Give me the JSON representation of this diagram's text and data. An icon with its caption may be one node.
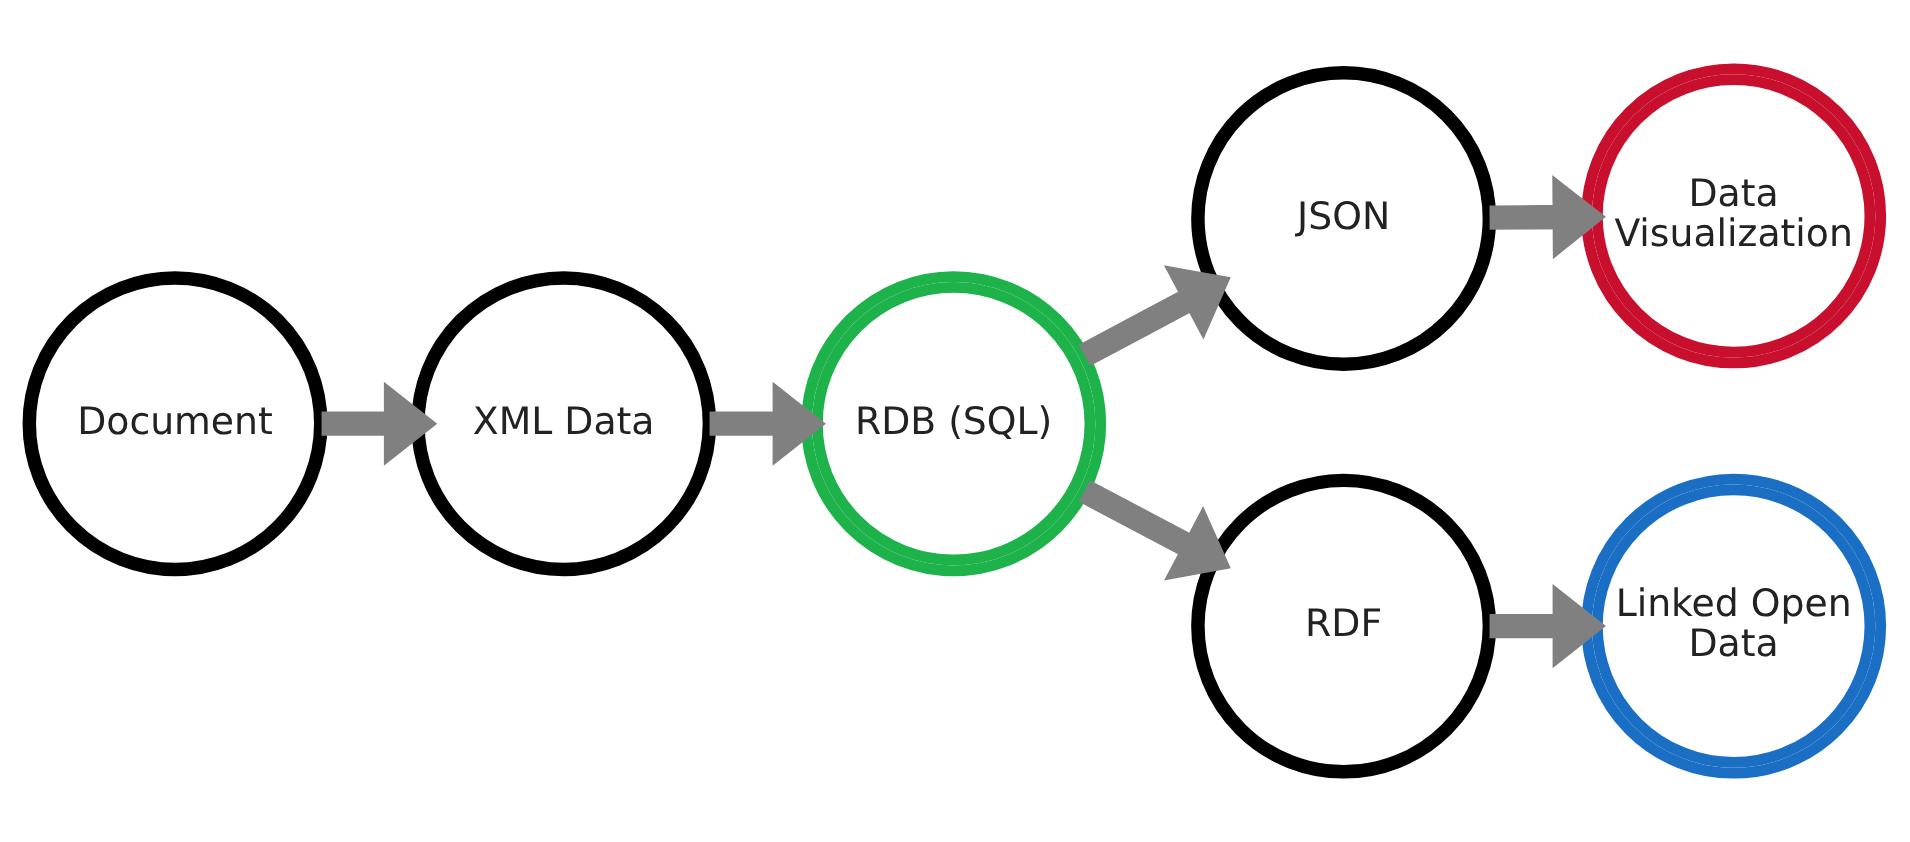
{
  "diagram": {
    "nodes": [
      {
        "text": [
          "Document"
        ]
      },
      {
        "text": [
          "XML Data"
        ]
      },
      {
        "text": [
          "RDB (SQL)"
        ]
      },
      {
        "text": [
          "JSON"
        ]
      },
      {
        "text": [
          "Data Visualization"
        ]
      },
      {
        "text": [
          "RDF"
        ]
      },
      {
        "text": [
          "Linked Open Data"
        ]
      }
    ],
    "edges": [
      {
        "from": 0,
        "to": 1,
        "arrow": "to"
      },
      {
        "from": 1,
        "to": 2,
        "arrow": "to"
      },
      {
        "from": 2,
        "to": 3,
        "arrow": "to"
      },
      {
        "from": 3,
        "to": 4,
        "arrow": "to"
      },
      {
        "from": 2,
        "to": 5,
        "arrow": "to"
      },
      {
        "from": 5,
        "to": 6,
        "arrow": "to"
      }
    ]
  }
}
